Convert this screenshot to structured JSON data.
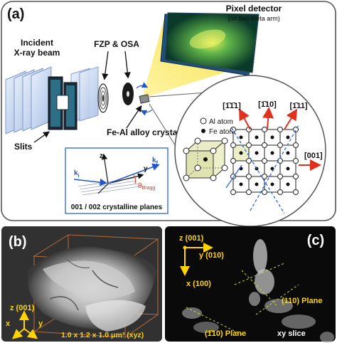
{
  "panel_a": {
    "label": "(a)",
    "pixel_detector": "Pixel detector",
    "detector_note": "(on two-theta arm)",
    "incident_line1": "Incident",
    "incident_line2": "X-ray beam",
    "fzp_osa": "FZP & OSA",
    "slits": "Slits",
    "crystal": "Fe-Al alloy crystal",
    "inset": {
      "z": "z",
      "y": "y",
      "ki": "k",
      "ki_sub": "i",
      "kf": "k",
      "kf_sub": "f",
      "theta": "θ",
      "theta_sub": "Bragg",
      "caption": "001 / 002 crystalline planes"
    },
    "legend": {
      "al": "Al atom",
      "fe": "Fe atom"
    },
    "directions": {
      "d1": "[1̄1̄1]",
      "d2": "[1̄10]",
      "d3": "[1̄11]",
      "d4": "[001]"
    }
  },
  "panel_b": {
    "label": "(b)",
    "z_axis": "z (001)",
    "x": "x",
    "y": "y",
    "dims": "1.0 x 1.2 x 1.0 μm³ (xyz)"
  },
  "panel_c": {
    "label": "(c)",
    "z_axis": "z (001)",
    "y_axis": "y (010)",
    "x_axis": "x (100)",
    "plane1": "(110) Plane",
    "plane2": "(1̄10) Plane",
    "slice": "xy slice"
  },
  "colors": {
    "beam": "#f7e44a",
    "arrow_red": "#e0301e",
    "inset_border": "#3a6fd8",
    "axis_yellow": "#ffd400",
    "axis_orange": "#ff9a1a"
  }
}
